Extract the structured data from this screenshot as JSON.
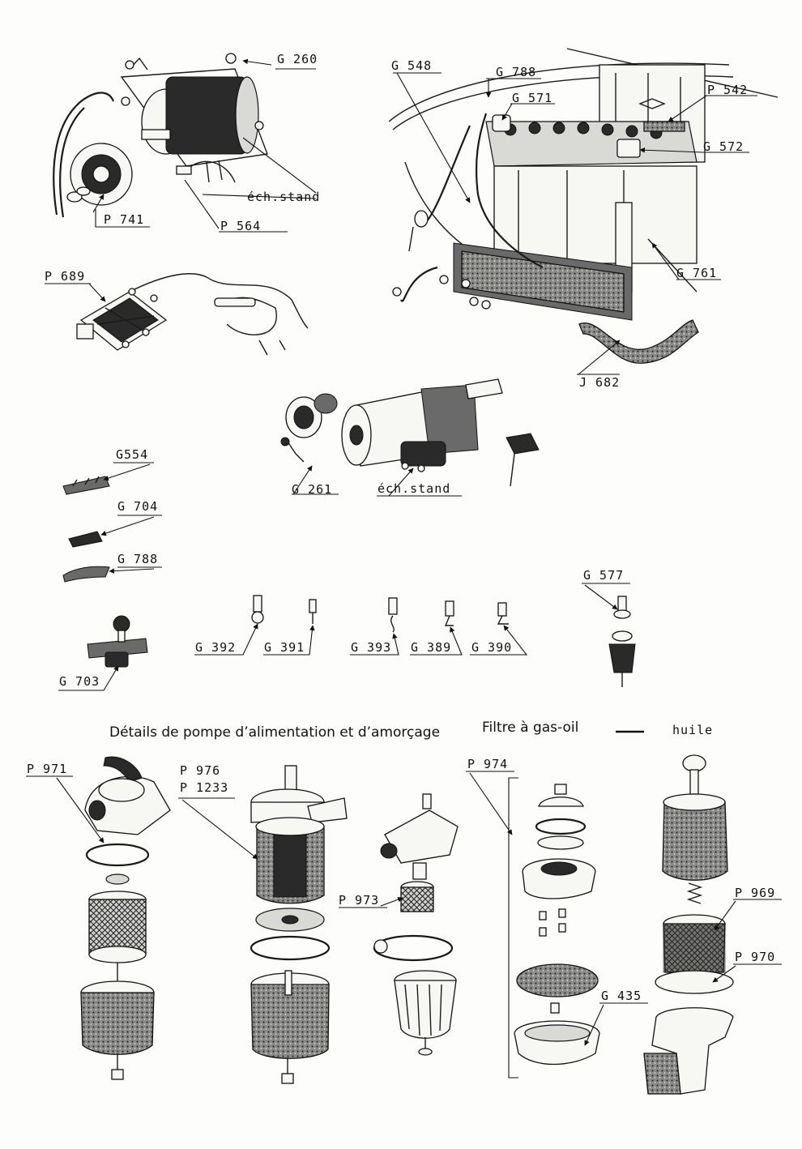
{
  "labels": {
    "g260": "G 260",
    "ech_stand_1": "éch.stand",
    "p741": "P 741",
    "p564": "P 564",
    "g548": "G 548",
    "g788_top": "G 788",
    "g571": "G 571",
    "p542": "P 542",
    "g572": "G 572",
    "g761": "G 761",
    "p689": "P 689",
    "j682": "J 682",
    "g554": "G554",
    "g704": "G 704",
    "g788_left": "G 788",
    "g261": "G 261",
    "ech_stand_2": "éch.stand",
    "g577": "G 577",
    "g392": "G 392",
    "g391": "G 391",
    "g393": "G 393",
    "g389": "G 389",
    "g390": "G 390",
    "g703": "G 703",
    "p971": "P 971",
    "p976": "P 976",
    "p1233": "P 1233",
    "p973": "P 973",
    "p974": "P 974",
    "p969": "P 969",
    "p970": "P 970",
    "g435": "G 435"
  },
  "captions": {
    "pump": "Détails de pompe d’alimentation et d’amorçage",
    "filter": "Filtre à gas-oil",
    "dash": "—",
    "oil": "huile"
  }
}
